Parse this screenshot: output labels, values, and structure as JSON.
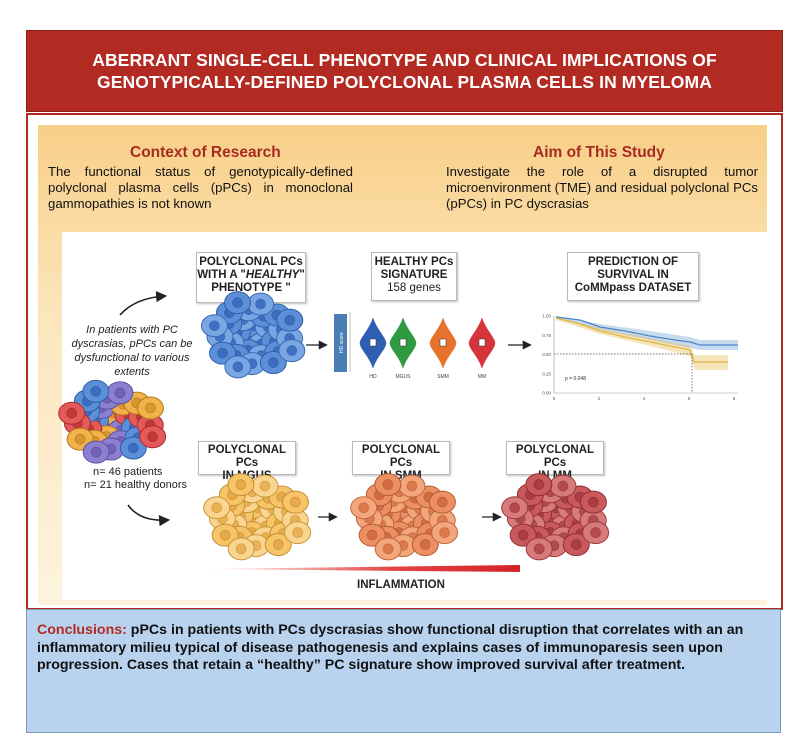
{
  "header": {
    "title_line1": "ABERRANT SINGLE-CELL PHENOTYPE AND CLINICAL IMPLICATIONS OF",
    "title_line2": "GENOTYPICALLY-DEFINED POLYCLONAL PLASMA CELLS IN MYELOMA"
  },
  "context": {
    "title": "Context of Research",
    "text": "The functional status of genotypically-defined polyclonal plasma cells (pPCs) in monoclonal gammopathies is not known"
  },
  "aim": {
    "title": "Aim of This Study",
    "text": "Investigate the role of a disrupted tumor microenvironment (TME) and residual polyclonal PCs (pPCs) in PC dyscrasias"
  },
  "diagram": {
    "intro_text": "In patients with PC dyscrasias, pPCs can be dysfunctional to various extents",
    "patients": "n= 46 patients",
    "donors": "n= 21 healthy donors",
    "healthy_box": {
      "line1": "POLYCLONAL PCs",
      "line2_pre": "WITH A \"",
      "line2_em": "HEALTHY",
      "line2_post": "\"",
      "line3": "PHENOTYPE \""
    },
    "signature_box": {
      "line1": "HEALTHY PCs",
      "line2": "SIGNATURE",
      "line3": "158 genes"
    },
    "survival_box": {
      "line1": "PREDICTION OF",
      "line2": "SURVIVAL IN",
      "line3": "CoMMpass DATASET"
    },
    "mgus_box": {
      "line1": "POLYCLONAL PCs",
      "line2": "IN MGUS"
    },
    "smm_box": {
      "line1": "POLYCLONAL PCs",
      "line2": "IN SMM"
    },
    "mm_box": {
      "line1": "POLYCLONAL PCs",
      "line2": "IN MM"
    },
    "violin": {
      "ylabel": "HD score",
      "categories": [
        "HD",
        "MGUS",
        "SMM",
        "MM"
      ],
      "colors": [
        "#2f5fb3",
        "#2f9a3f",
        "#e8722b",
        "#d6343b"
      ]
    },
    "survival": {
      "pvalue": "p = 0.048",
      "yticks": [
        "1.00",
        "0.75",
        "0.50",
        "0.25",
        "0.00"
      ],
      "xticks": [
        "0",
        "2",
        "4",
        "6",
        "8"
      ],
      "colors": [
        "#4a86c8",
        "#e2b53c"
      ]
    },
    "inflammation_label": "INFLAMMATION"
  },
  "conclusions": {
    "label": "Conclusions:",
    "text": " pPCs in patients with PCs dyscrasias show functional disruption that correlates with an an inflammatory milieu typical of disease pathogenesis and explains cases of immunoparesis seen upon progression. Cases that retain a “healthy” PC signature show improved survival after treatment."
  }
}
